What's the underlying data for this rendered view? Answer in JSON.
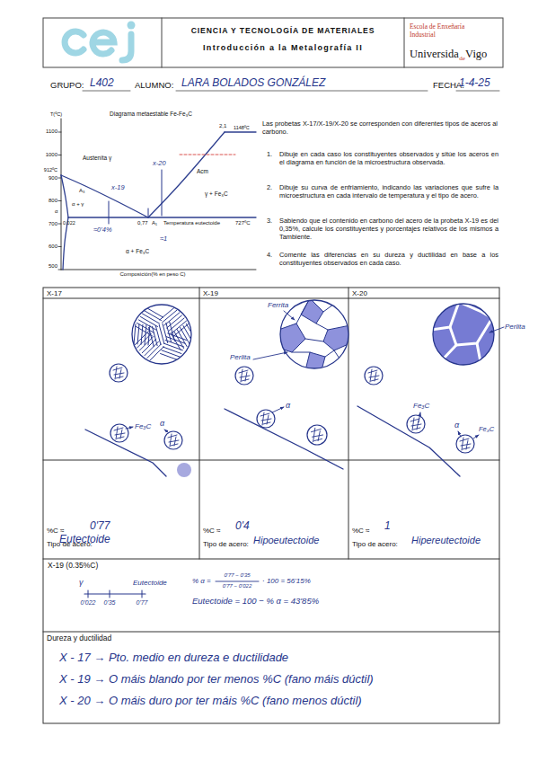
{
  "diagram": {
    "nodes": [
      {
        "text": [
          "CIENCIA Y TECNOLOGÍA DE MATERIALES",
          "Introducción a la Metalografía II"
        ]
      },
      {
        "text": [
          "Escola de Enxeñaría Industrial",
          "Universida",
          "de",
          "Vigo"
        ]
      },
      {
        "text": [
          "X-17",
          "%C ≈",
          "Tipo de acero:"
        ]
      },
      {
        "text": [
          "X-19",
          "%C ≈",
          "Tipo de acero:"
        ]
      },
      {
        "text": [
          "X-20",
          "%C ≈",
          "Tipo de acero:"
        ]
      },
      {
        "text": [
          "X-19 (0.35%C)"
        ]
      },
      {
        "text": [
          "Dureza y ductilidad"
        ]
      }
    ],
    "labels": [
      "GRUPO:",
      "L402",
      "ALUMNO:",
      "LARA BOLADOS GONZÁLEZ",
      "FECHA:",
      "1-4-25",
      "T(ºC)",
      "Diagrama metaestable Fe-Fe₃C",
      "1100",
      "1000",
      "912ºC",
      "900",
      "800",
      "700",
      "600",
      "500",
      "2,1",
      "1148ºC",
      "Austenita γ",
      "A₃",
      "Acm",
      "γ + Fe₃C",
      "α + γ",
      "α",
      "0,022",
      "A₁",
      "Temperatura eutectoide",
      "727ºC",
      "0,77",
      "α + Fe₃C",
      "Composición(% en peso C)",
      "x-19",
      "x-20",
      "≈0'4%",
      "≈1",
      "Las probetas X-17/X-19/X-20 se corresponden con diferentes tipos de aceros al carbono.",
      "1.",
      "Dibuje en cada caso los constituyentes observados y sitúe los aceros en el diagrama en función de la microestructura observada.",
      "2.",
      "Dibuje su curva de enfriamiento, indicando las variaciones que sufre la microestructura en cada intervalo de temperatura y el tipo de acero.",
      "3.",
      "Sabiendo que el contenido en carbono del acero de la probeta X-19 es del 0,35%, calcule los constituyentes y porcentajes relativos de los mismos a Tambiente.",
      "4.",
      "Comente las diferencias en su dureza y ductilidad en base a los constituyentes observados en cada caso.",
      "Fe₃C",
      "α",
      "0'77",
      "Eutectoide",
      "Ferrita",
      "Perlita",
      "α",
      "0'4",
      "Hipoeutectoide",
      "Perlita",
      "Fe₃C",
      "α",
      "Fe₃C",
      "1",
      "Hipereutectoide",
      "γ",
      "Eutectoide",
      "0'022",
      "0'35",
      "0'77",
      "% α =",
      "0'77 − 0'35",
      "0'77 − 0'022",
      "· 100 = 56'15%",
      "Eutectoide = 100 − % α = 43'85%",
      "X - 17 → Pto. medio en dureza e ductilidade",
      "X - 19 → O máis blando por ter menos %C (fano máis dúctil)",
      "X - 20 → O máis duro por ter máis %C (fano menos dúctil)"
    ]
  }
}
